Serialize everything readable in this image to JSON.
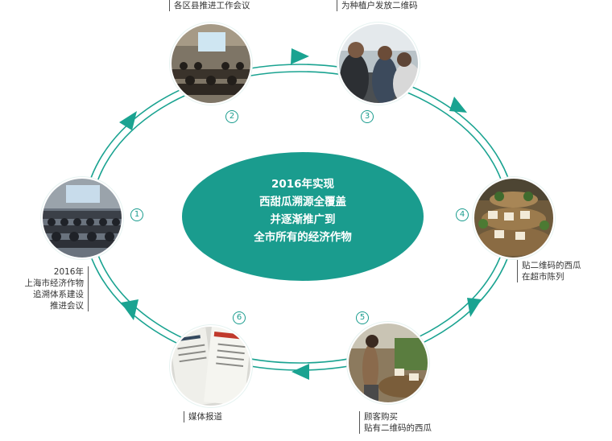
{
  "center": {
    "lines": [
      "2016年实现",
      "西甜瓜溯源全覆盖",
      "并逐渐推广到",
      "全市所有的经济作物"
    ]
  },
  "steps": [
    {
      "number": "1",
      "caption": [
        "2016年",
        "上海市经济作物",
        "追溯体系建设",
        "推进会议"
      ],
      "photo": "meeting-hall-photo"
    },
    {
      "number": "2",
      "caption": [
        "各区县推进工作会议"
      ],
      "photo": "district-meeting-photo"
    },
    {
      "number": "3",
      "caption": [
        "为种植户发放二维码"
      ],
      "photo": "farmers-qrcode-photo"
    },
    {
      "number": "4",
      "caption": [
        "贴二维码的西瓜",
        "在超市陈列"
      ],
      "photo": "supermarket-display-photo"
    },
    {
      "number": "5",
      "caption": [
        "顾客购买",
        "贴有二维码的西瓜"
      ],
      "photo": "customer-buying-photo"
    },
    {
      "number": "6",
      "caption": [
        "媒体报道"
      ],
      "photo": "newspaper-photo"
    }
  ],
  "colors": {
    "teal": "#1a9c8e",
    "ring": "#1aa391",
    "text": "#333333"
  }
}
